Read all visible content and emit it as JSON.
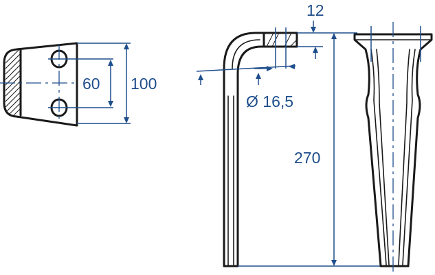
{
  "colors": {
    "dimension": "#1f4e8c",
    "outline": "#1a1a1a",
    "background": "#ffffff"
  },
  "dimensions": {
    "hole_spacing": "60",
    "mount_height": "100",
    "thickness": "12",
    "hole_diameter": "Ø 16,5",
    "blade_length": "270"
  }
}
